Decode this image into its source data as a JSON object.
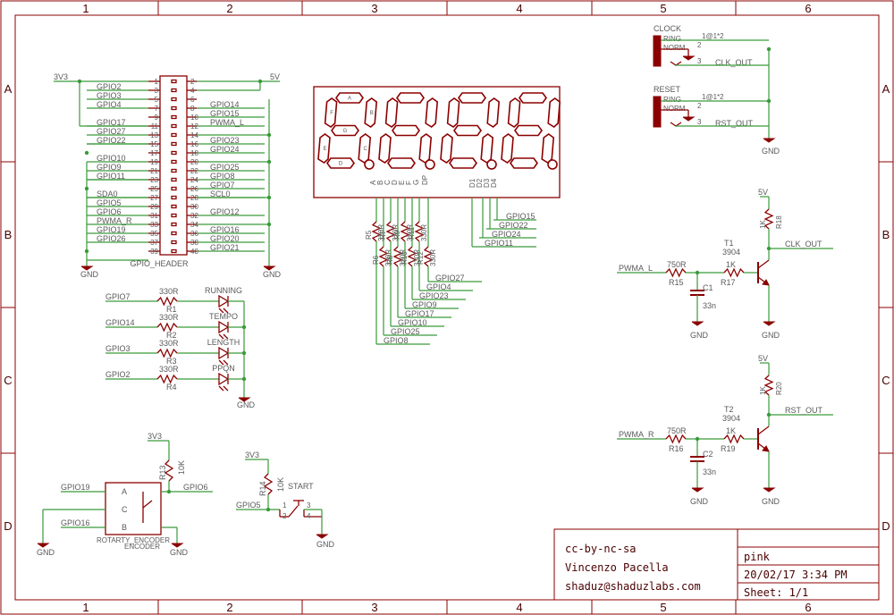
{
  "frame": {
    "columns": [
      "1",
      "2",
      "3",
      "4",
      "5",
      "6"
    ],
    "rows": [
      "A",
      "B",
      "C",
      "D"
    ]
  },
  "title_block": {
    "license": "cc-by-nc-sa",
    "author": "Vincenzo Pacella",
    "email": "shaduz@shaduzlabs.com",
    "name": "pink",
    "date": "20/02/17 3:34 PM",
    "sheet": "Sheet: 1/1"
  },
  "header": {
    "name": "GPIO_HEADER",
    "power_left": "3V3",
    "power_right": "5V",
    "ground_left": "GND",
    "ground_right": "GND",
    "left_labels": [
      "",
      "GPIO2",
      "GPIO3",
      "GPIO4",
      "",
      "GPIO17",
      "GPIO27",
      "GPIO22",
      "",
      "GPIO10",
      "GPIO9",
      "GPIO11",
      "",
      "SDA0",
      "GPIO5",
      "GPIO6",
      "PWMA_R",
      "GPIO19",
      "GPIO26",
      ""
    ],
    "right_labels": [
      "",
      "",
      "",
      "GPIO14",
      "GPIO15",
      "PWMA_L",
      "",
      "GPIO23",
      "GPIO24",
      "",
      "GPIO25",
      "GPIO8",
      "GPIO7",
      "SCL0",
      "",
      "GPIO12",
      "",
      "GPIO16",
      "GPIO20",
      "GPIO21"
    ],
    "left_pins": [
      "1",
      "3",
      "5",
      "7",
      "9",
      "11",
      "13",
      "15",
      "17",
      "19",
      "21",
      "23",
      "25",
      "27",
      "29",
      "31",
      "33",
      "35",
      "37",
      "39"
    ],
    "right_pins": [
      "2",
      "4",
      "6",
      "8",
      "10",
      "12",
      "14",
      "16",
      "18",
      "20",
      "22",
      "24",
      "26",
      "28",
      "30",
      "32",
      "34",
      "36",
      "38",
      "40"
    ]
  },
  "display": {
    "segment_labels": [
      "A",
      "B",
      "C",
      "D",
      "E",
      "F",
      "G",
      "DP"
    ],
    "digit_labels": [
      "D1",
      "D2",
      "D3",
      "D4"
    ],
    "digit_nets": [
      "GPIO15",
      "GPIO22",
      "GPIO24",
      "GPIO11"
    ],
    "seg_letters": [
      "A",
      "B",
      "C",
      "D",
      "E",
      "F",
      "G"
    ]
  },
  "seg_resistors": {
    "names": [
      "R5",
      "R6",
      "R7",
      "R8",
      "R9",
      "R10",
      "R11",
      "R12"
    ],
    "value": "330R",
    "nets": [
      "GPIO27",
      "GPIO4",
      "GPIO23",
      "GPIO9",
      "GPIO17",
      "GPIO10",
      "GPIO25",
      "GPIO8"
    ]
  },
  "leds": {
    "gpios": [
      "GPIO7",
      "GPIO14",
      "GPIO3",
      "GPIO2"
    ],
    "resistors": [
      "R1",
      "R2",
      "R3",
      "R4"
    ],
    "value": "330R",
    "labels": [
      "RUNNING",
      "TEMPO",
      "LENGTH",
      "PPQN"
    ],
    "ground": "GND"
  },
  "encoder": {
    "name": "ROTARTY_ENCODER",
    "value": "ENCODER",
    "pins": [
      "A",
      "C",
      "B"
    ],
    "nets": [
      "GPIO19",
      "GPIO16",
      "GPIO6"
    ],
    "pullup": "R13",
    "pullup_value": "10K",
    "power": "3V3",
    "ground_left": "GND",
    "ground_right": "GND"
  },
  "button": {
    "label": "START",
    "net": "GPIO5",
    "resistor": "R14",
    "resistor_value": "10K",
    "power": "3V3",
    "pins": [
      "1",
      "2",
      "3",
      "4"
    ],
    "ground": "GND"
  },
  "jacks": [
    {
      "title": "CLOCK",
      "ring": "RING",
      "norm": "NORM",
      "tip": "1@1*2",
      "pins": [
        "2",
        "3"
      ],
      "net": "CLK_OUT"
    },
    {
      "title": "RESET",
      "ring": "RING",
      "norm": "NORM",
      "tip": "1@1*2",
      "pins": [
        "2",
        "3"
      ],
      "net": "RST_OUT"
    }
  ],
  "jack_ground": "GND",
  "drivers": [
    {
      "in_net": "PWMA_L",
      "r_in": "R15",
      "r_in_value": "750R",
      "cap": "C1",
      "cap_value": "33n",
      "r_base": "R17",
      "r_base_value": "1K",
      "transistor": "T1",
      "transistor_value": "3904",
      "r_pull": "R18",
      "r_pull_value": "1K",
      "power": "5V",
      "out_net": "CLK_OUT",
      "ground_cap": "GND",
      "ground_emitter": "GND"
    },
    {
      "in_net": "PWMA_R",
      "r_in": "R16",
      "r_in_value": "750R",
      "cap": "C2",
      "cap_value": "33n",
      "r_base": "R19",
      "r_base_value": "1K",
      "transistor": "T2",
      "transistor_value": "3904",
      "r_pull": "R20",
      "r_pull_value": "1K",
      "power": "5V",
      "out_net": "RST_OUT",
      "ground_cap": "GND",
      "ground_emitter": "GND"
    }
  ]
}
